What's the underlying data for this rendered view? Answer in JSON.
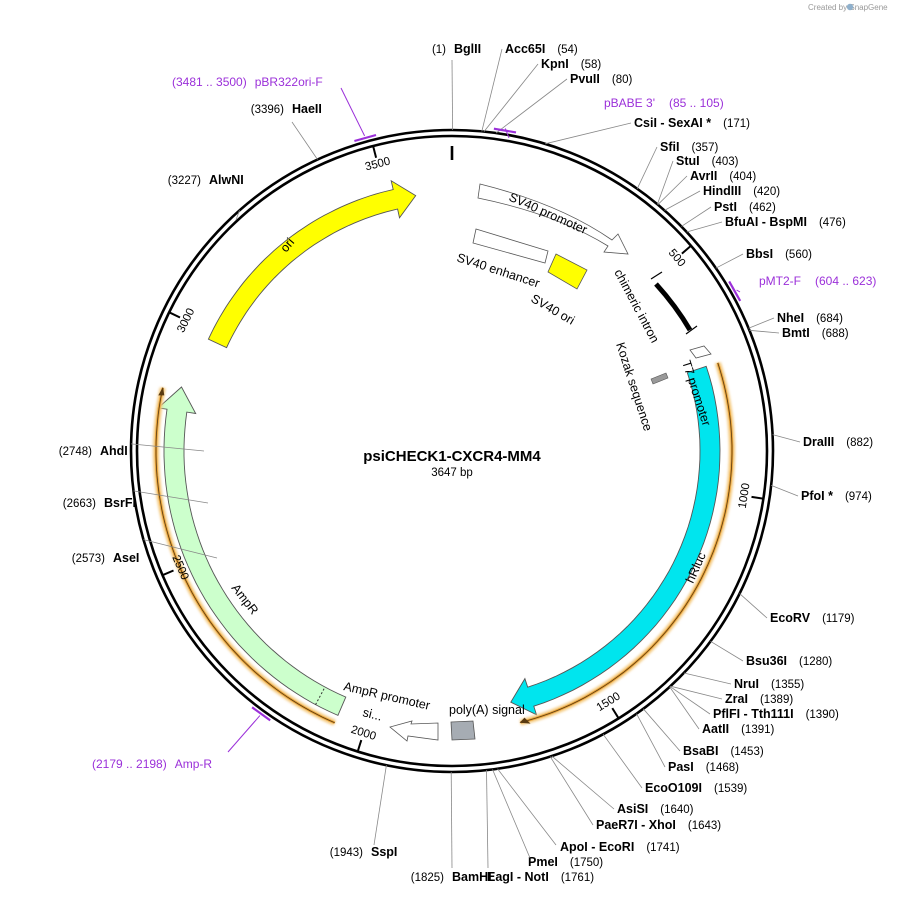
{
  "credit": "Created by SnapGene",
  "plasmid": {
    "name": "psiCHECK1-CXCR4-MM4",
    "length": "3647 bp",
    "total_bp": 3647
  },
  "ticks": [
    500,
    1000,
    1500,
    2000,
    2500,
    3000,
    3500
  ],
  "features": {
    "ori": "ori",
    "sv40_promoter": "SV40 promoter",
    "sv40_enhancer": "SV40 enhancer",
    "sv40_ori": "SV40 ori",
    "chimeric_intron": "chimeric intron",
    "t7_promoter": "T7 promoter",
    "kozak": "Kozak sequence",
    "hrluc": "hRluc",
    "polya": "poly(A) signal",
    "ampr_promoter": "AmpR promoter",
    "ampr": "AmpR",
    "ampr_truncated": "si...",
    "colors": {
      "ori": "#ffff00",
      "hrluc": "#00e5ee",
      "ampr": "#ccffcc",
      "orf": "#e8a33a",
      "primer": "#9b30d9"
    }
  },
  "sites": [
    {
      "name": "BglII",
      "pos": "(1)",
      "side": "left"
    },
    {
      "name": "Acc65I",
      "pos": "(54)",
      "side": "right"
    },
    {
      "name": "KpnI",
      "pos": "(58)",
      "side": "right"
    },
    {
      "name": "PvuII",
      "pos": "(80)",
      "side": "right"
    },
    {
      "name": "CsiI  -  SexAI *",
      "pos": "(171)",
      "side": "right"
    },
    {
      "name": "SfiI",
      "pos": "(357)",
      "side": "right"
    },
    {
      "name": "StuI",
      "pos": "(403)",
      "side": "right"
    },
    {
      "name": "AvrII",
      "pos": "(404)",
      "side": "right"
    },
    {
      "name": "HindIII",
      "pos": "(420)",
      "side": "right"
    },
    {
      "name": "PstI",
      "pos": "(462)",
      "side": "right"
    },
    {
      "name": "BfuAI  -  BspMI",
      "pos": "(476)",
      "side": "right"
    },
    {
      "name": "BbsI",
      "pos": "(560)",
      "side": "right"
    },
    {
      "name": "NheI",
      "pos": "(684)",
      "side": "right"
    },
    {
      "name": "BmtI",
      "pos": "(688)",
      "side": "right"
    },
    {
      "name": "DraIII",
      "pos": "(882)",
      "side": "right"
    },
    {
      "name": "PfoI *",
      "pos": "(974)",
      "side": "right"
    },
    {
      "name": "EcoRV",
      "pos": "(1179)",
      "side": "right"
    },
    {
      "name": "Bsu36I",
      "pos": "(1280)",
      "side": "right"
    },
    {
      "name": "NruI",
      "pos": "(1355)",
      "side": "right"
    },
    {
      "name": "ZraI",
      "pos": "(1389)",
      "side": "right"
    },
    {
      "name": "PflFI  -  Tth111I",
      "pos": "(1390)",
      "side": "right"
    },
    {
      "name": "AatII",
      "pos": "(1391)",
      "side": "right"
    },
    {
      "name": "BsaBI",
      "pos": "(1453)",
      "side": "right"
    },
    {
      "name": "PasI",
      "pos": "(1468)",
      "side": "right"
    },
    {
      "name": "EcoO109I",
      "pos": "(1539)",
      "side": "right"
    },
    {
      "name": "AsiSI",
      "pos": "(1640)",
      "side": "right"
    },
    {
      "name": "PaeR7I  -  XhoI",
      "pos": "(1643)",
      "side": "right"
    },
    {
      "name": "ApoI  -  EcoRI",
      "pos": "(1741)",
      "side": "right"
    },
    {
      "name": "PmeI",
      "pos": "(1750)",
      "side": "right"
    },
    {
      "name": "EagI  -  NotI",
      "pos": "(1761)",
      "side": "right"
    },
    {
      "name": "BamHI",
      "pos": "(1825)",
      "side": "left"
    },
    {
      "name": "SspI",
      "pos": "(1943)",
      "side": "left"
    },
    {
      "name": "AseI",
      "pos": "(2573)",
      "side": "left"
    },
    {
      "name": "BsrFI",
      "pos": "(2663)",
      "side": "left"
    },
    {
      "name": "AhdI",
      "pos": "(2748)",
      "side": "left"
    },
    {
      "name": "AlwNI",
      "pos": "(3227)",
      "side": "left"
    },
    {
      "name": "HaeII",
      "pos": "(3396)",
      "side": "left"
    }
  ],
  "primers": [
    {
      "name": "pBR322ori-F",
      "range": "(3481 .. 3500)",
      "side": "left"
    },
    {
      "name": "pBABE 3'",
      "range": "(85 .. 105)",
      "side": "right"
    },
    {
      "name": "pMT2-F",
      "range": "(604 .. 623)",
      "side": "right"
    },
    {
      "name": "Amp-R",
      "range": "(2179 .. 2198)",
      "side": "left"
    }
  ]
}
